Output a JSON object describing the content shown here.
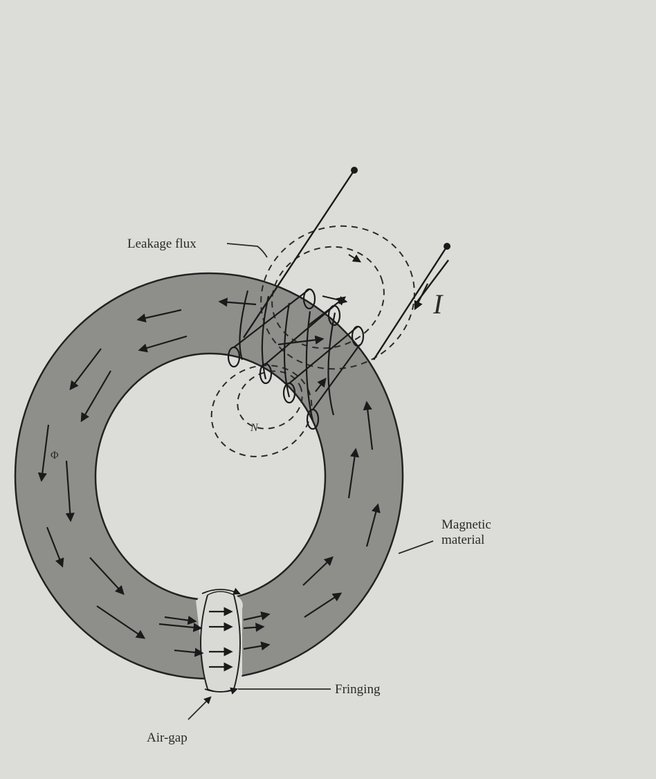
{
  "labels": {
    "leakage_flux": "Leakage flux",
    "magnetic_material_line1": "Magnetic",
    "magnetic_material_line2": "material",
    "fringing": "Fringing",
    "air_gap": "Air-gap",
    "current": "I",
    "turns": "N",
    "flux": "Φ"
  },
  "colors": {
    "background": "#dcdcd8",
    "core": "#8e8e8b",
    "ink": "#2a2a2a"
  }
}
